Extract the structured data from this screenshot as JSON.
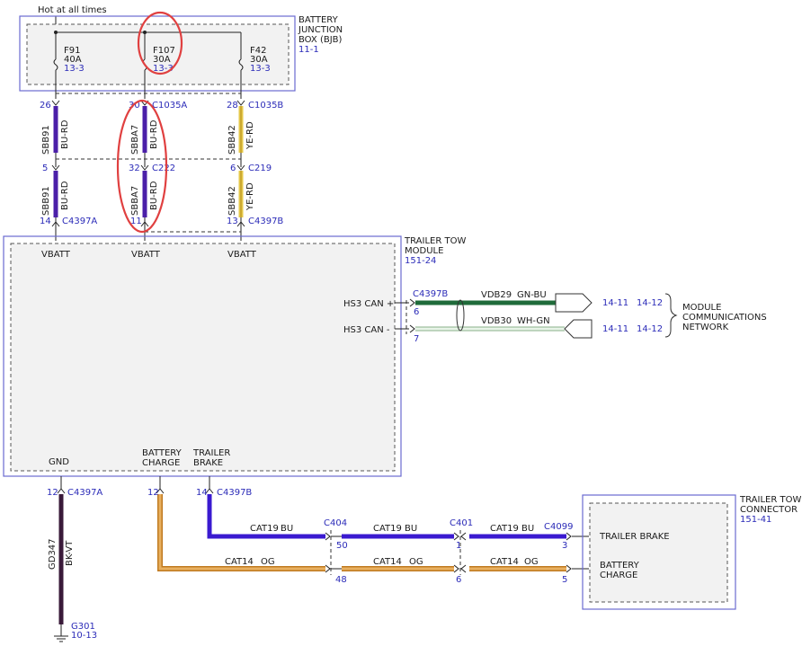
{
  "header": {
    "hot_label": "Hot at all times"
  },
  "bjb": {
    "title_lines": [
      "BATTERY",
      "JUNCTION",
      "BOX (BJB)"
    ],
    "ref": "11-1",
    "fuses": [
      {
        "id": "F91",
        "rating": "40A",
        "ref": "13-3"
      },
      {
        "id": "F107",
        "rating": "30A",
        "ref": "13-3"
      },
      {
        "id": "F42",
        "rating": "30A",
        "ref": "13-3"
      }
    ]
  },
  "vbatt_circuits": [
    {
      "upper": {
        "pin": "26",
        "connector": "",
        "circuit": "SBB91",
        "color": "BU-RD"
      },
      "mid": {
        "pin": "5",
        "connector": ""
      },
      "lower": {
        "circuit": "SBB91",
        "color": "BU-RD"
      },
      "bottom": {
        "pin": "14",
        "connector": "C4397A"
      },
      "wire_hex": "#4b1fa8"
    },
    {
      "upper": {
        "pin": "30",
        "connector": "C1035A",
        "circuit": "SBBA7",
        "color": "BU-RD"
      },
      "mid": {
        "pin": "32",
        "connector": "C222"
      },
      "lower": {
        "circuit": "SBBA7",
        "color": "BU-RD"
      },
      "bottom": {
        "pin": "11",
        "connector": ""
      },
      "wire_hex": "#4b1fa8"
    },
    {
      "upper": {
        "pin": "28",
        "connector": "C1035B",
        "circuit": "SBB42",
        "color": "YE-RD"
      },
      "mid": {
        "pin": "6",
        "connector": "C219"
      },
      "lower": {
        "circuit": "SBB42",
        "color": "YE-RD"
      },
      "bottom": {
        "pin": "13",
        "connector": "C4397B"
      },
      "wire_hex": "#e6c84a"
    }
  ],
  "ttm": {
    "title_lines": [
      "TRAILER TOW",
      "MODULE"
    ],
    "ref": "151-24",
    "vbatt_labels": [
      "VBATT",
      "VBATT",
      "VBATT"
    ],
    "can": [
      {
        "label": "HS3 CAN +",
        "pin": "6",
        "circuit": "VDB29",
        "color": "GN-BU",
        "ref_a": "14-11",
        "ref_b": "14-12",
        "wire_hex": "#1f6b3a"
      },
      {
        "label": "HS3 CAN -",
        "pin": "7",
        "circuit": "VDB30",
        "color": "WH-GN",
        "ref_a": "14-11",
        "ref_b": "14-12",
        "wire_hex": "#d9ecd9"
      }
    ],
    "can_connector": "C4397B",
    "network_lines": [
      "MODULE",
      "COMMUNICATIONS",
      "NETWORK"
    ],
    "bottom_labels": {
      "gnd": "GND",
      "battery_charge": [
        "BATTERY",
        "CHARGE"
      ],
      "trailer_brake": [
        "TRAILER",
        "BRAKE"
      ]
    }
  },
  "ground": {
    "pin": "12",
    "connector": "C4397A",
    "circuit": "GD347",
    "color": "BK-VT",
    "ground_id": "G301",
    "ground_ref": "10-13",
    "wire_hex": "#3a1a3a"
  },
  "battery_charge": {
    "pin": "12",
    "segments": [
      {
        "circuit": "CAT14",
        "color": "OG"
      },
      {
        "circuit": "CAT14",
        "color": "OG"
      },
      {
        "circuit": "CAT14",
        "color": "OG"
      }
    ],
    "pins": [
      "48",
      "6",
      "5"
    ],
    "wire_hex": "#e0a040"
  },
  "trailer_brake": {
    "pin": "14",
    "connector": "C4397B",
    "segments": [
      {
        "circuit": "CAT19",
        "color": "BU"
      },
      {
        "circuit": "CAT19",
        "color": "BU"
      },
      {
        "circuit": "CAT19",
        "color": "BU"
      }
    ],
    "connectors": [
      "C404",
      "C401",
      "C4099"
    ],
    "pins": [
      "50",
      "1",
      "3"
    ],
    "wire_hex": "#3a1ad0"
  },
  "connector_box": {
    "title_lines": [
      "TRAILER TOW",
      "CONNECTOR"
    ],
    "ref": "151-41",
    "trailer_brake": "TRAILER BRAKE",
    "battery_charge": [
      "BATTERY",
      "CHARGE"
    ]
  },
  "highlight_hex": "#e04040"
}
